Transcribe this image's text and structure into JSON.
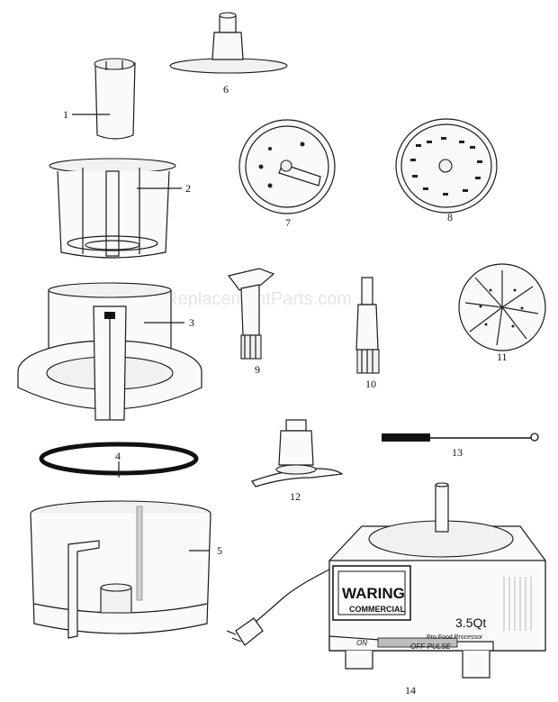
{
  "watermark": "eReplacementParts.com",
  "part_numbers": [
    "1",
    "2",
    "3",
    "4",
    "5",
    "6",
    "7",
    "8",
    "9",
    "10",
    "11",
    "12",
    "13",
    "14"
  ],
  "product": {
    "brand": "WARING",
    "sub_brand": "COMMERCIAL",
    "capacity": "3.5Qt",
    "description": "Pro Food Processor",
    "switch_on": "ON",
    "switch_off": "OFF-PULSE"
  }
}
